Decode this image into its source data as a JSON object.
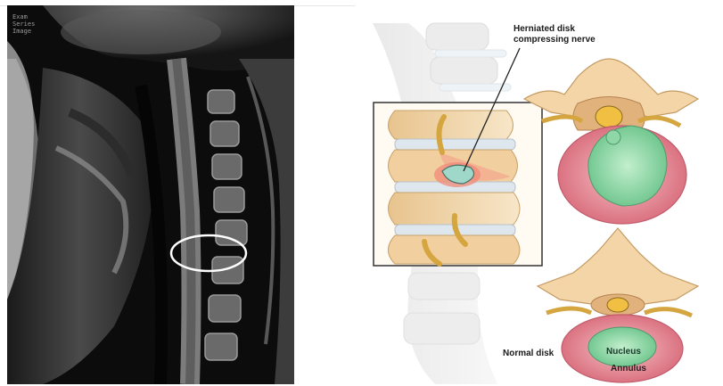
{
  "mri_panel": {
    "overlay_text": "Exam\nSeries\nImage"
  },
  "illustration_panel": {
    "label_herniated": "Herniated disk compressing nerve",
    "label_normal": "Normal disk",
    "label_nucleus": "Nucleus",
    "label_annulus": "Annulus"
  },
  "colors": {
    "disk_annulus": "#e58f9a",
    "disk_nucleus": "#8fd7a7",
    "bone": "#f0d7ad",
    "nerve": "#d5a640",
    "highlight_circle": "#ffffff"
  }
}
